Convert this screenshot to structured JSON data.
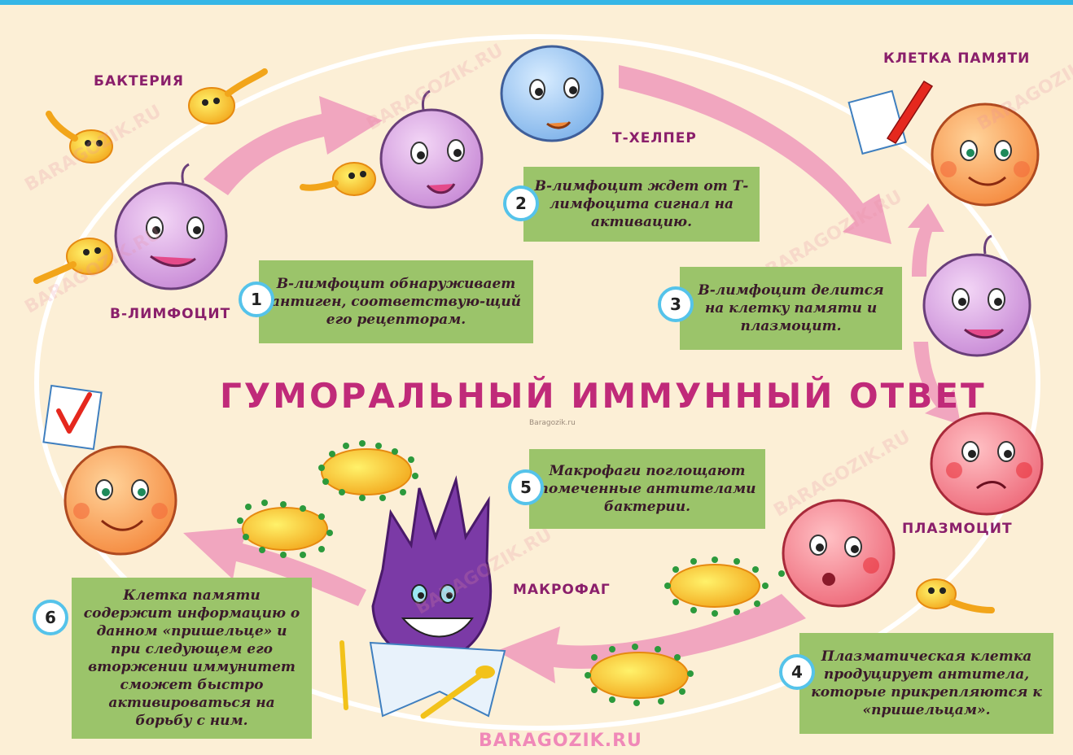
{
  "title": "ГУМОРАЛЬНЫЙ ИММУННЫЙ ОТВЕТ",
  "subtitle": "Baragozik.ru",
  "brand": "BARAGOZIK.RU",
  "watermark": "BARAGOZIK.RU",
  "labels": {
    "bacteria": "БАКТЕРИЯ",
    "b_lymphocyte": "В-ЛИМФОЦИТ",
    "t_helper": "Т-ХЕЛПЕР",
    "memory_cell": "КЛЕТКА ПАМЯТИ",
    "plasma_cell": "ПЛАЗМОЦИТ",
    "macrophage": "МАКРОФАГ"
  },
  "steps": [
    {
      "number": "1",
      "text": "В-лимфоцит обнаруживает антиген, соответствую-щий его рецепторам."
    },
    {
      "number": "2",
      "text": "В-лимфоцит ждет от Т-лимфоцита сигнал на активацию."
    },
    {
      "number": "3",
      "text": "В-лимфоцит делится на клетку памяти и плазмоцит."
    },
    {
      "number": "4",
      "text": "Плазматическая клетка продуцирует антитела, которые прикрепляются к «пришельцам»."
    },
    {
      "number": "5",
      "text": "Макрофаги поглощают помеченные антителами бактерии."
    },
    {
      "number": "6",
      "text": "Клетка памяти содержит информацию о данном «пришельце» и при следующем его вторжении иммунитет сможет быстро активироваться на борьбу с ним."
    }
  ],
  "colors": {
    "background": "#fcefd6",
    "arrow": "#f1a6bf",
    "step_box": "#9bc46a",
    "title": "#c02a79",
    "number_ring": "#55c3ea",
    "b_cell": "#cf95d8",
    "t_cell": "#8fbff0",
    "memory_cell": "#f6a05a",
    "plasma_cell": "#f07a86",
    "macrophage": "#7b3aa6",
    "bacteria": "#f7c21f"
  },
  "icons": [
    "bacteria-icon",
    "b-lymphocyte-icon",
    "t-helper-icon",
    "memory-cell-icon",
    "plasma-cell-icon",
    "macrophage-icon",
    "notepad-pencil-icon",
    "checkmark-note-icon",
    "antibody-dots-icon"
  ]
}
